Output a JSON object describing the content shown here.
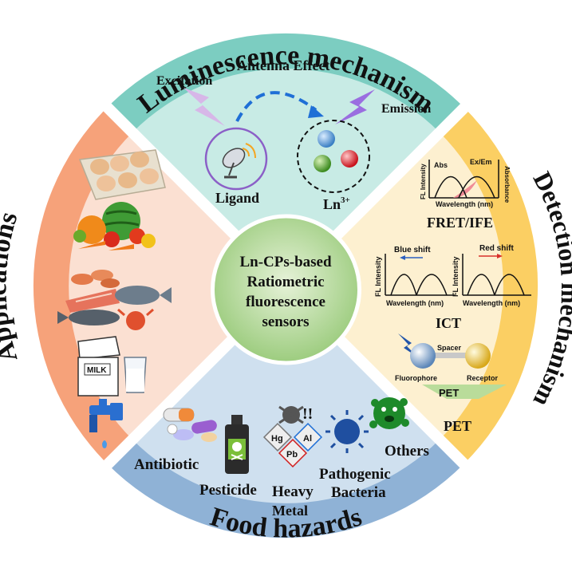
{
  "ring_titles": {
    "top": "Luminescence mechanism",
    "right": "Detection mechanism",
    "bottom": "Food hazards",
    "left": "Applications"
  },
  "center": {
    "line1": "Ln-CPs-based",
    "line2": "Ratiometric",
    "line3": "fluorescence",
    "line4": "sensors"
  },
  "luminescence": {
    "excitation": "Excitation",
    "antenna": "Antenna Effect",
    "emission": "Emission",
    "ligand": "Ligand",
    "ln": "Ln",
    "ln_sup": "3+"
  },
  "detection": {
    "fret_fl_axis": "FL Intensity",
    "fret_abs": "Abs",
    "fret_exem": "Ex/Em",
    "fret_absorbance": "Absorbance",
    "fret_wavelength": "Wavelength (nm)",
    "fret_label": "FRET/IFE",
    "blue_shift": "Blue shift",
    "red_shift": "Red shift",
    "ict_fl_axis": "FL Intensity",
    "ict_wavelength": "Wavelength (nm)",
    "ict_label": "ICT",
    "spacer": "Spacer",
    "fluorophore": "Fluorophore",
    "receptor": "Receptor",
    "pet_arrow": "PET",
    "pet_label": "PET"
  },
  "hazards": {
    "antibiotic": "Antibiotic",
    "pesticide": "Pesticide",
    "heavy": "Heavy",
    "metal": "Metal",
    "pathogenic": "Pathogenic",
    "bacteria": "Bacteria",
    "others": "Others",
    "hg": "Hg",
    "al": "Al",
    "pb": "Pb",
    "milk": "MILK"
  },
  "colors": {
    "top_ring": "#7ccdc1",
    "top_inner": "#c8ebe5",
    "right_ring": "#fbcf63",
    "right_inner": "#fdf0d0",
    "bottom_ring": "#8fb2d6",
    "bottom_inner": "#cfe0ef",
    "left_ring": "#f6a27a",
    "left_inner": "#fbe0d2",
    "center": "#a9d18e"
  }
}
